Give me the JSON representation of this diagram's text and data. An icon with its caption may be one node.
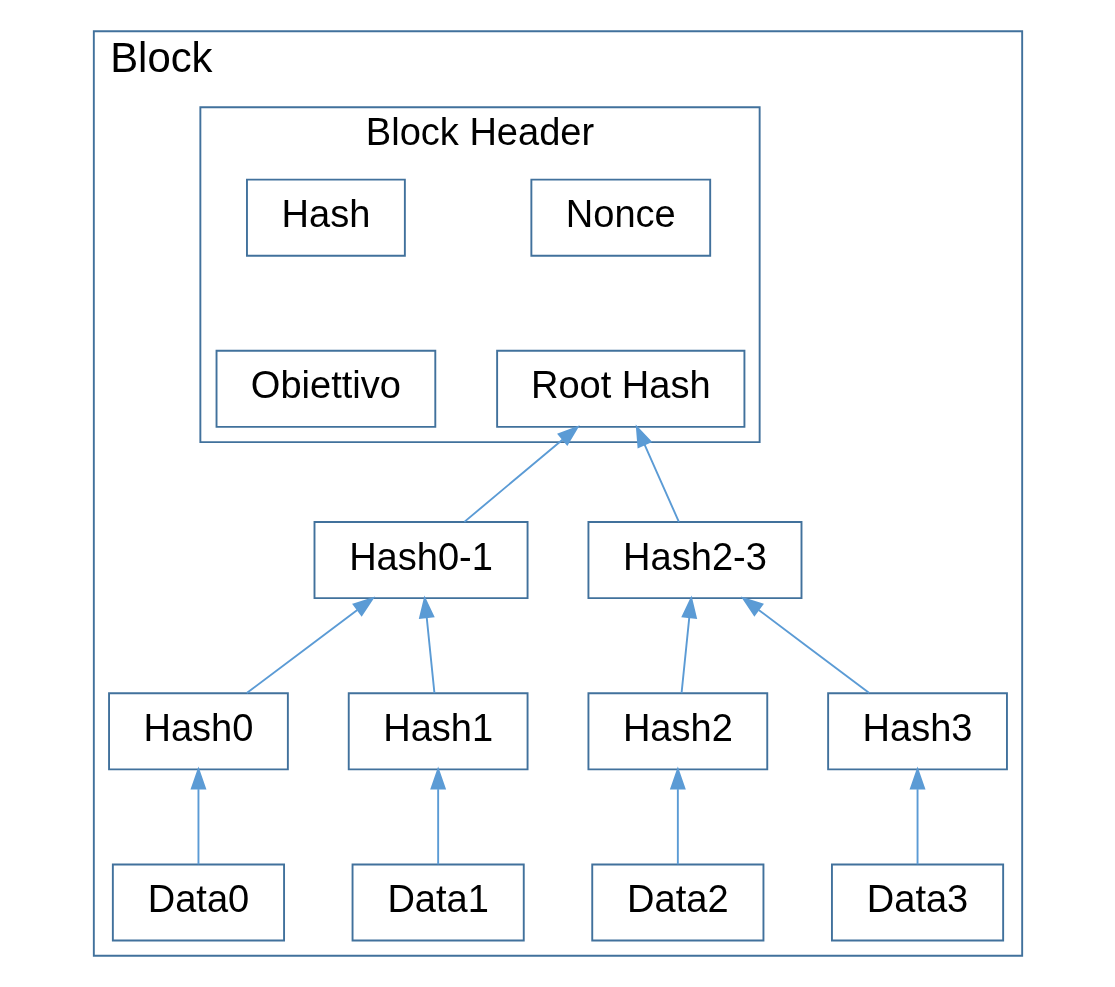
{
  "diagram": {
    "nodes": [
      {
        "text": [
          "Block"
        ]
      },
      {
        "text": [
          "Block Header"
        ],
        "in": 0
      },
      {
        "text": [
          "Hash"
        ],
        "in": 1
      },
      {
        "text": [
          "Nonce"
        ],
        "in": 1
      },
      {
        "text": [
          "Obiettivo"
        ],
        "in": 1
      },
      {
        "text": [
          "Root Hash"
        ],
        "in": 1
      },
      {
        "text": [
          "Hash0-1"
        ],
        "in": 0
      },
      {
        "text": [
          "Hash2-3"
        ],
        "in": 0
      },
      {
        "text": [
          "Hash0"
        ],
        "in": 0
      },
      {
        "text": [
          "Hash1"
        ],
        "in": 0
      },
      {
        "text": [
          "Hash2"
        ],
        "in": 0
      },
      {
        "text": [
          "Hash3"
        ],
        "in": 0
      },
      {
        "text": [
          "Data0"
        ],
        "in": 0
      },
      {
        "text": [
          "Data1"
        ],
        "in": 0
      },
      {
        "text": [
          "Data2"
        ],
        "in": 0
      },
      {
        "text": [
          "Data3"
        ],
        "in": 0
      }
    ],
    "edges": [
      {
        "from": 6,
        "to": 5,
        "arrow": "to"
      },
      {
        "from": 7,
        "to": 5,
        "arrow": "to"
      },
      {
        "from": 8,
        "to": 6,
        "arrow": "to"
      },
      {
        "from": 9,
        "to": 6,
        "arrow": "to"
      },
      {
        "from": 10,
        "to": 7,
        "arrow": "to"
      },
      {
        "from": 11,
        "to": 7,
        "arrow": "to"
      },
      {
        "from": 12,
        "to": 8,
        "arrow": "to"
      },
      {
        "from": 13,
        "to": 9,
        "arrow": "to"
      },
      {
        "from": 14,
        "to": 10,
        "arrow": "to"
      },
      {
        "from": 15,
        "to": 11,
        "arrow": "to"
      }
    ]
  }
}
